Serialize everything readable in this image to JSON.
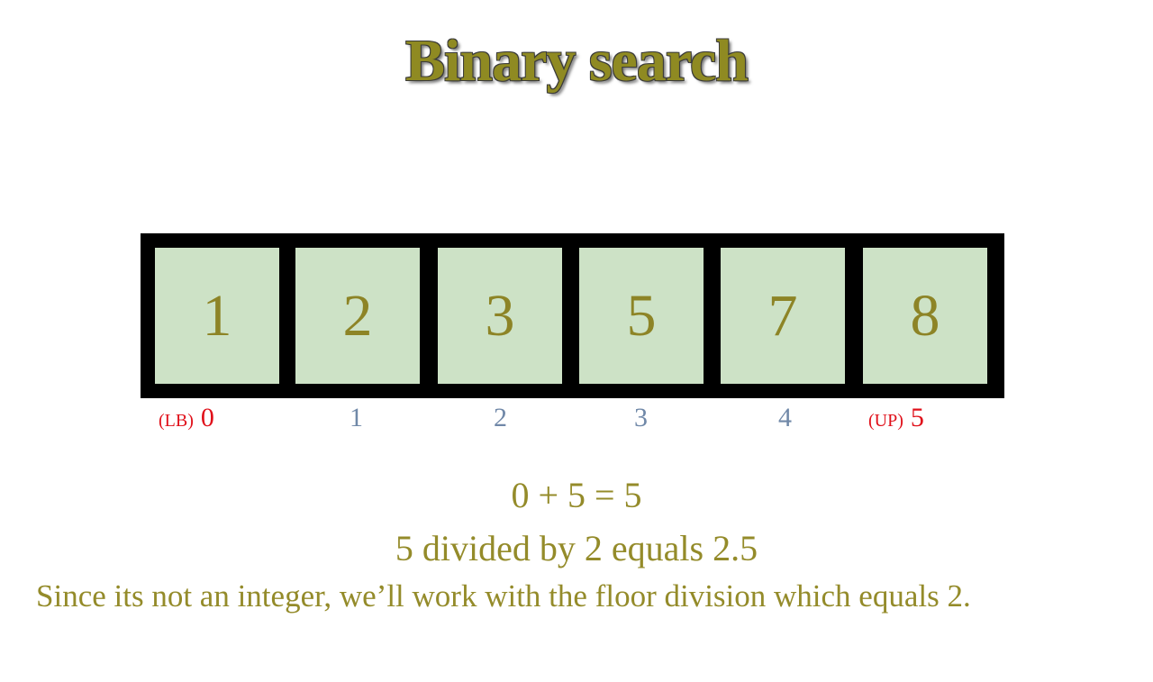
{
  "title": "Binary search",
  "array": {
    "values": [
      "1",
      "2",
      "3",
      "5",
      "7",
      "8"
    ]
  },
  "indices": {
    "i0": {
      "tag": "(LB)",
      "value": "0"
    },
    "i1": "1",
    "i2": "2",
    "i3": "3",
    "i4": "4",
    "i5": {
      "tag": "(UP)",
      "value": "5"
    }
  },
  "explanation": {
    "line1": "0 + 5 = 5",
    "line2": "5 divided by 2 equals 2.5",
    "line3": "Since its not an integer, we’ll work with the floor division which equals 2."
  },
  "colors": {
    "cell_fill": "#cde2c6",
    "frame": "#000000",
    "text_olive": "#948b2a",
    "bound_red": "#e0101a",
    "index_blue": "#7088a8"
  }
}
